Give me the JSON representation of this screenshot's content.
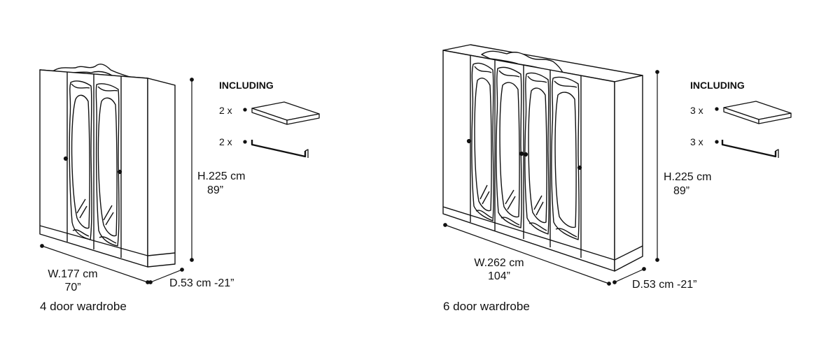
{
  "colors": {
    "line": "#111111",
    "background": "#ffffff"
  },
  "products": [
    {
      "caption": "4 door wardrobe",
      "width_cm": "W.177 cm",
      "width_in": "70”",
      "height_cm": "H.225 cm",
      "height_in": "89”",
      "depth": "D.53 cm -21”",
      "including_label": "INCLUDING",
      "shelf_qty": "2 x",
      "rail_qty": "2 x"
    },
    {
      "caption": "6 door wardrobe",
      "width_cm": "W.262 cm",
      "width_in": "104”",
      "height_cm": "H.225 cm",
      "height_in": "89”",
      "depth": "D.53 cm -21”",
      "including_label": "INCLUDING",
      "shelf_qty": "3 x",
      "rail_qty": "3 x"
    }
  ]
}
